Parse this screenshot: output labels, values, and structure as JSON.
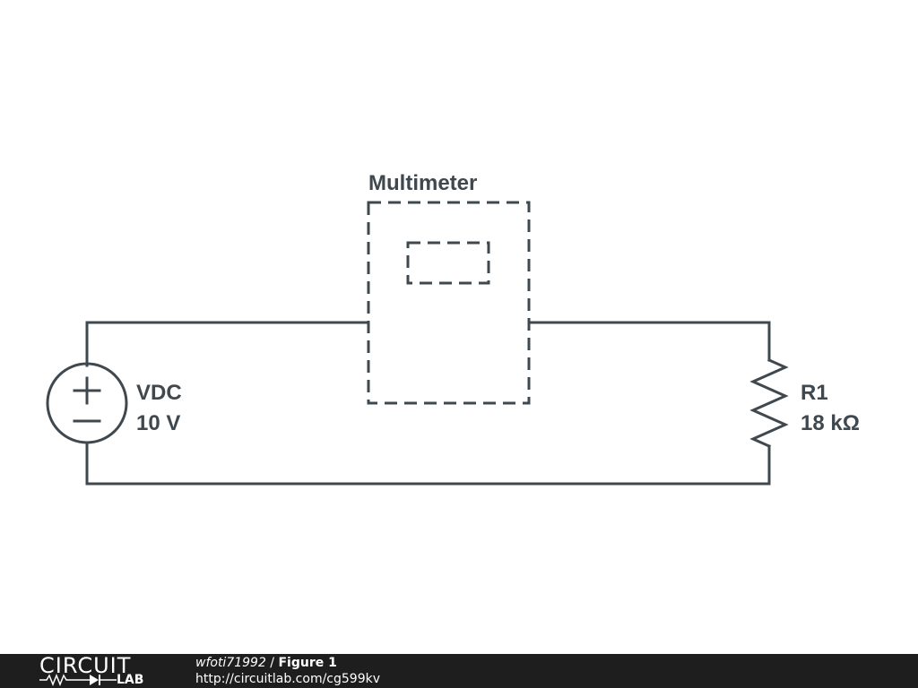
{
  "multimeter": {
    "label": "Multimeter"
  },
  "source": {
    "name": "VDC",
    "value": "10 V",
    "plus": "+",
    "minus": "−"
  },
  "resistor": {
    "name": "R1",
    "value": "18 kΩ"
  },
  "footer": {
    "logo_top": "CIRCUIT",
    "logo_bottom": "LAB",
    "author": "wfoti71992",
    "separator": " / ",
    "figure": "Figure 1",
    "url": "http://circuitlab.com/cg599kv"
  },
  "colors": {
    "wire": "#3f484e",
    "footer_bg": "#1e1e1e"
  }
}
